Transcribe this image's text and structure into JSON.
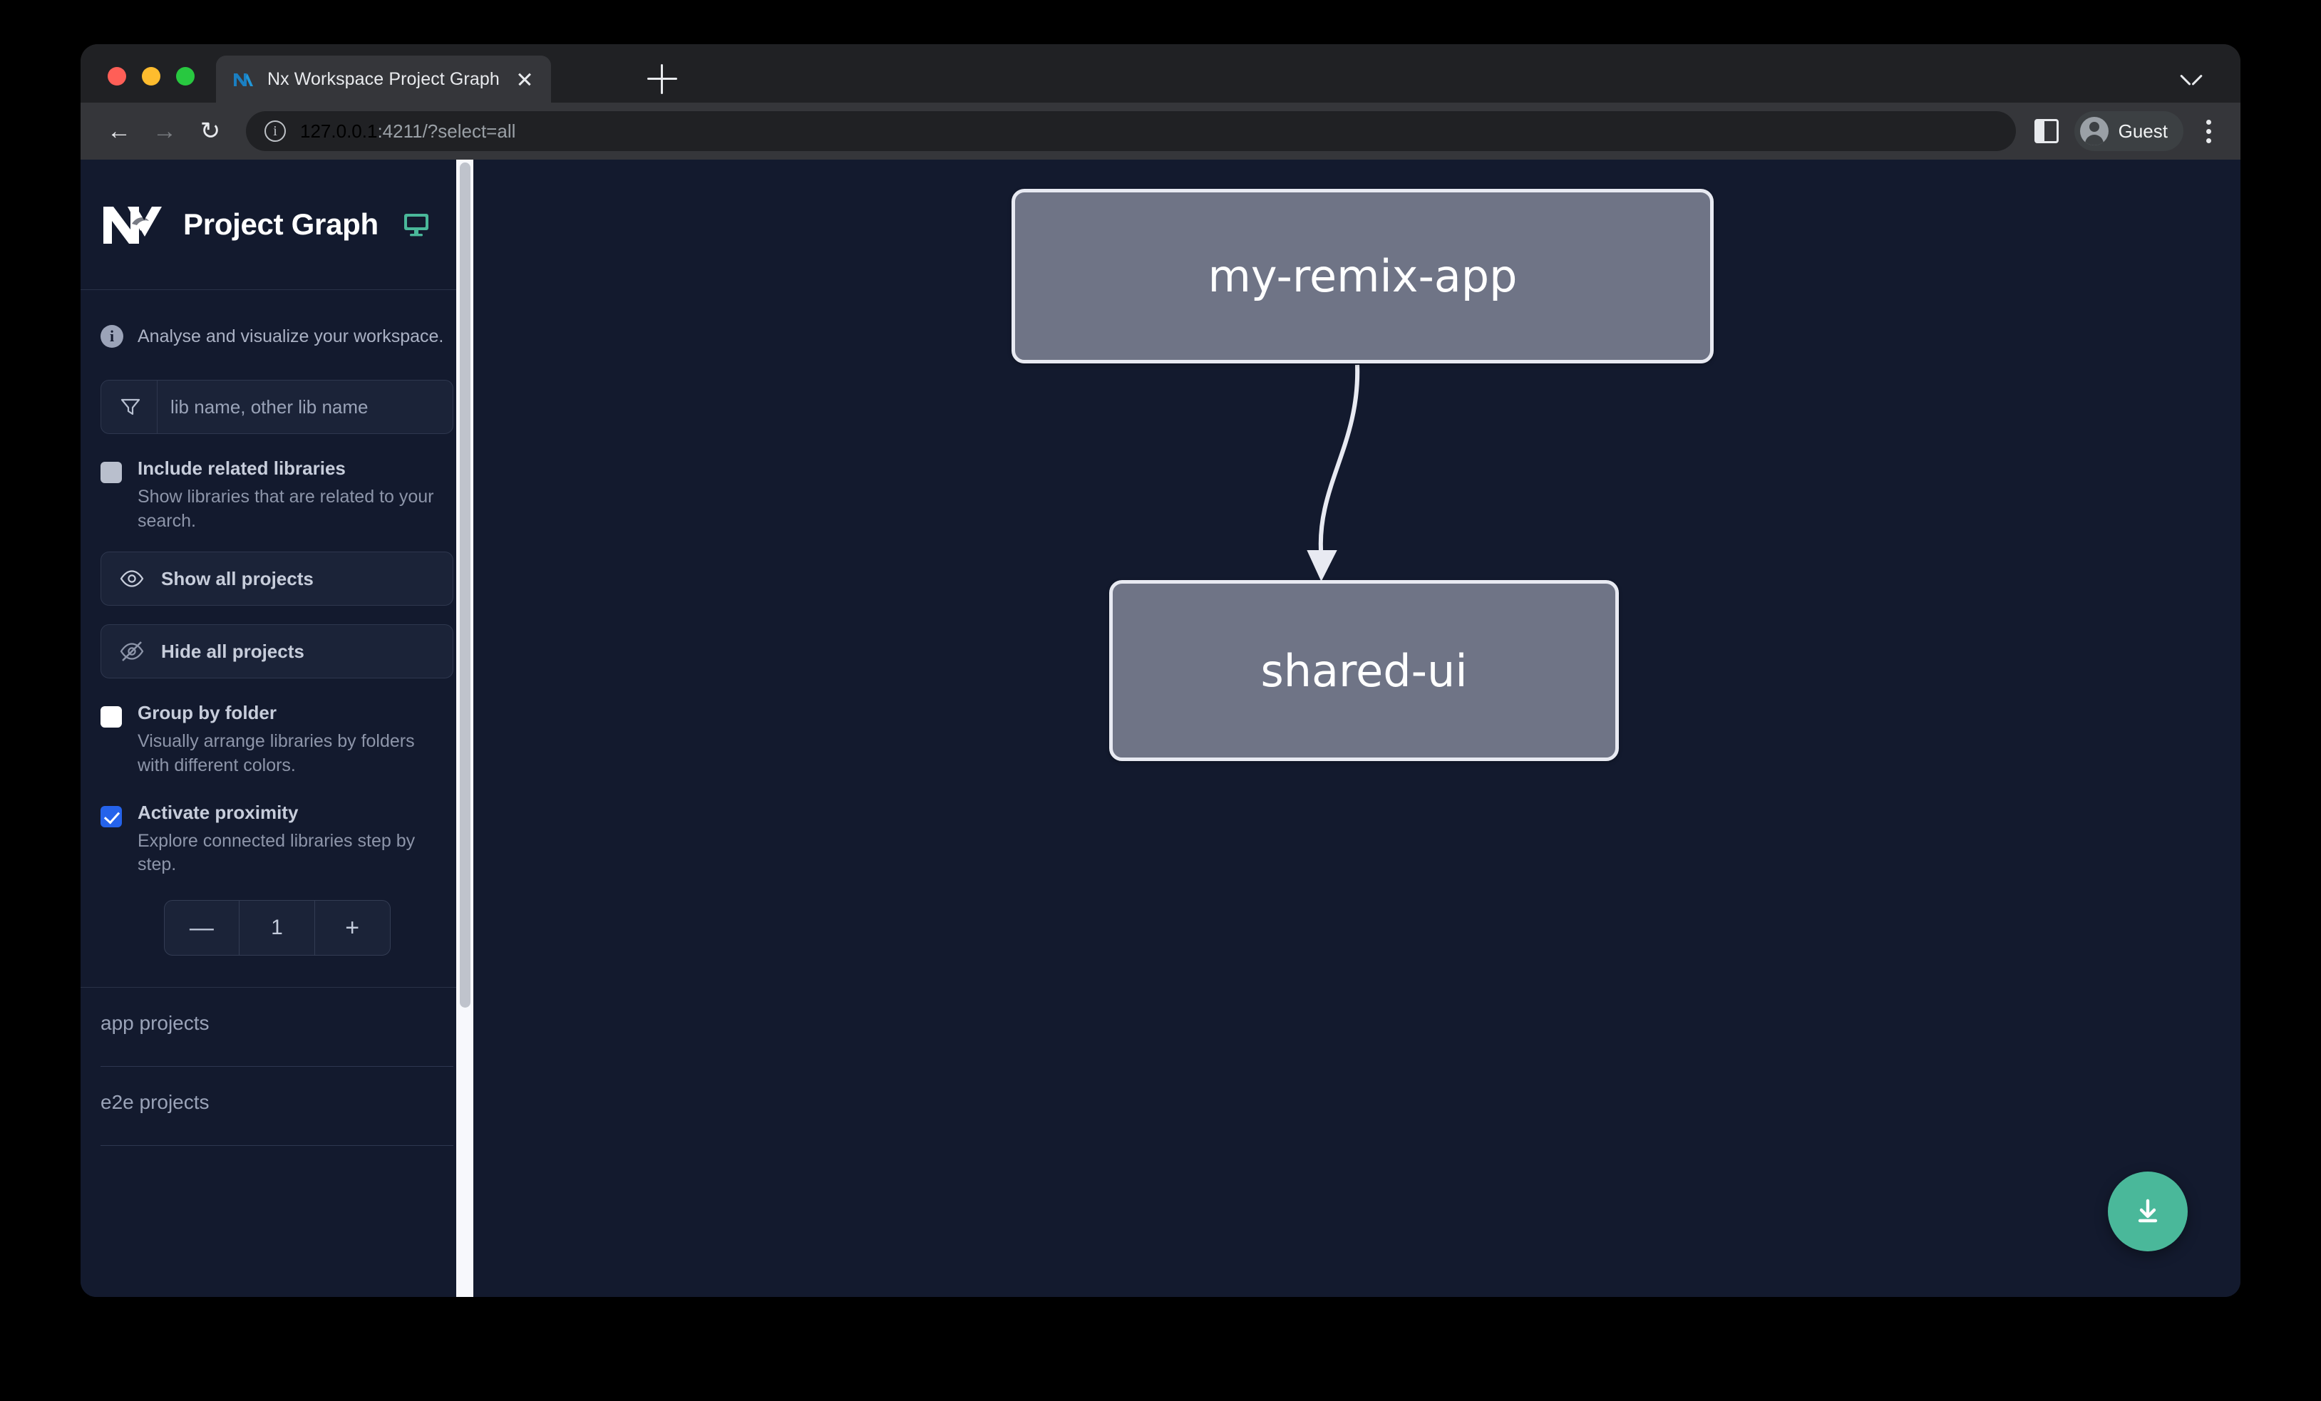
{
  "browser": {
    "tab": {
      "title": "Nx Workspace Project Graph",
      "favicon_icon": "nx-logo-icon",
      "close_icon": "close-icon"
    },
    "new_tab_icon": "plus-icon",
    "tab_list_chevron_icon": "chevron-down-icon",
    "toolbar": {
      "back_icon": "arrow-left-icon",
      "back_glyph": "←",
      "forward_icon": "arrow-right-icon",
      "forward_glyph": "→",
      "reload_icon": "reload-icon",
      "reload_glyph": "↻",
      "site_info_icon": "info-circle-icon",
      "url_host": "127.0.0.1",
      "url_rest": ":4211/?select=all",
      "side_panel_icon": "side-panel-icon",
      "profile_label": "Guest",
      "profile_avatar_icon": "avatar-icon",
      "menu_icon": "kebab-menu-icon"
    },
    "traffic_lights": {
      "close": "#ff5f57",
      "minimize": "#febc2e",
      "zoom": "#28c840"
    }
  },
  "sidebar": {
    "logo_icon": "nx-logo-icon",
    "title": "Project Graph",
    "monitor_icon": "monitor-icon",
    "monitor_color": "#4ab89a",
    "note": {
      "icon": "info-icon",
      "text": "Analyse and visualize your workspace."
    },
    "search": {
      "icon": "filter-funnel-icon",
      "placeholder": "lib name, other lib name",
      "value": ""
    },
    "options": [
      {
        "id": "include-related-libraries",
        "label": "Include related libraries",
        "description": "Show libraries that are related to your search.",
        "checked": false,
        "style": "muted"
      },
      {
        "id": "group-by-folder",
        "label": "Group by folder",
        "description": "Visually arrange libraries by folders with different colors.",
        "checked": false,
        "style": "white"
      },
      {
        "id": "activate-proximity",
        "label": "Activate proximity",
        "description": "Explore connected libraries step by step.",
        "checked": true,
        "style": "checked"
      }
    ],
    "buttons": [
      {
        "id": "show-all-projects",
        "label": "Show all projects",
        "icon": "eye-icon"
      },
      {
        "id": "hide-all-projects",
        "label": "Hide all projects",
        "icon": "eye-off-icon"
      }
    ],
    "stepper": {
      "decrement_label": "—",
      "value": "1",
      "increment_label": "+"
    },
    "sections": [
      {
        "id": "app-projects",
        "label": "app projects"
      },
      {
        "id": "e2e-projects",
        "label": "e2e projects"
      }
    ],
    "scrollbar": {
      "track_color": "#f7f8fc",
      "thumb_color": "#bfc3cc"
    }
  },
  "graph": {
    "background": "#131A2E",
    "node_fill": "#6f7486",
    "node_border": "#e8eaf2",
    "nodes": [
      {
        "id": "my-remix-app",
        "label": "my-remix-app"
      },
      {
        "id": "shared-ui",
        "label": "shared-ui"
      }
    ],
    "edges": [
      {
        "from": "my-remix-app",
        "to": "shared-ui",
        "arrow": true
      }
    ],
    "download_button": {
      "icon": "download-icon",
      "color": "#4ab89a"
    }
  }
}
